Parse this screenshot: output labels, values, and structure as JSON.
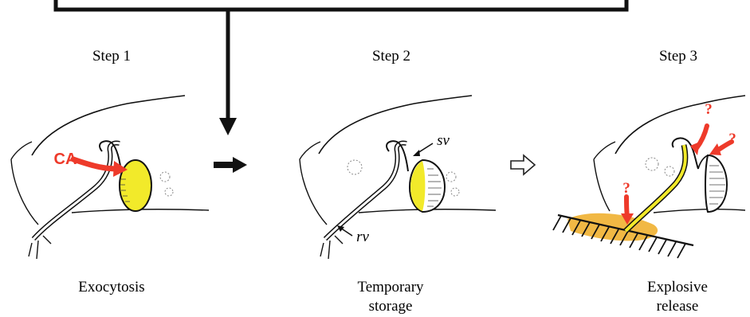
{
  "steps": [
    {
      "title": "Step 1",
      "caption_line1": "Exocytosis",
      "caption_line2": ""
    },
    {
      "title": "Step 2",
      "caption_line1": "Temporary",
      "caption_line2": "storage"
    },
    {
      "title": "Step 3",
      "caption_line1": "Explosive",
      "caption_line2": "release"
    }
  ],
  "annotations": {
    "ca": "CA",
    "sv": "sv",
    "rv": "rv",
    "question": "?"
  },
  "colors": {
    "secretion_yellow": "#f2ea2a",
    "release_orange": "#f0b030",
    "marker_red": "#ee3a2a",
    "outline": "#111111"
  }
}
